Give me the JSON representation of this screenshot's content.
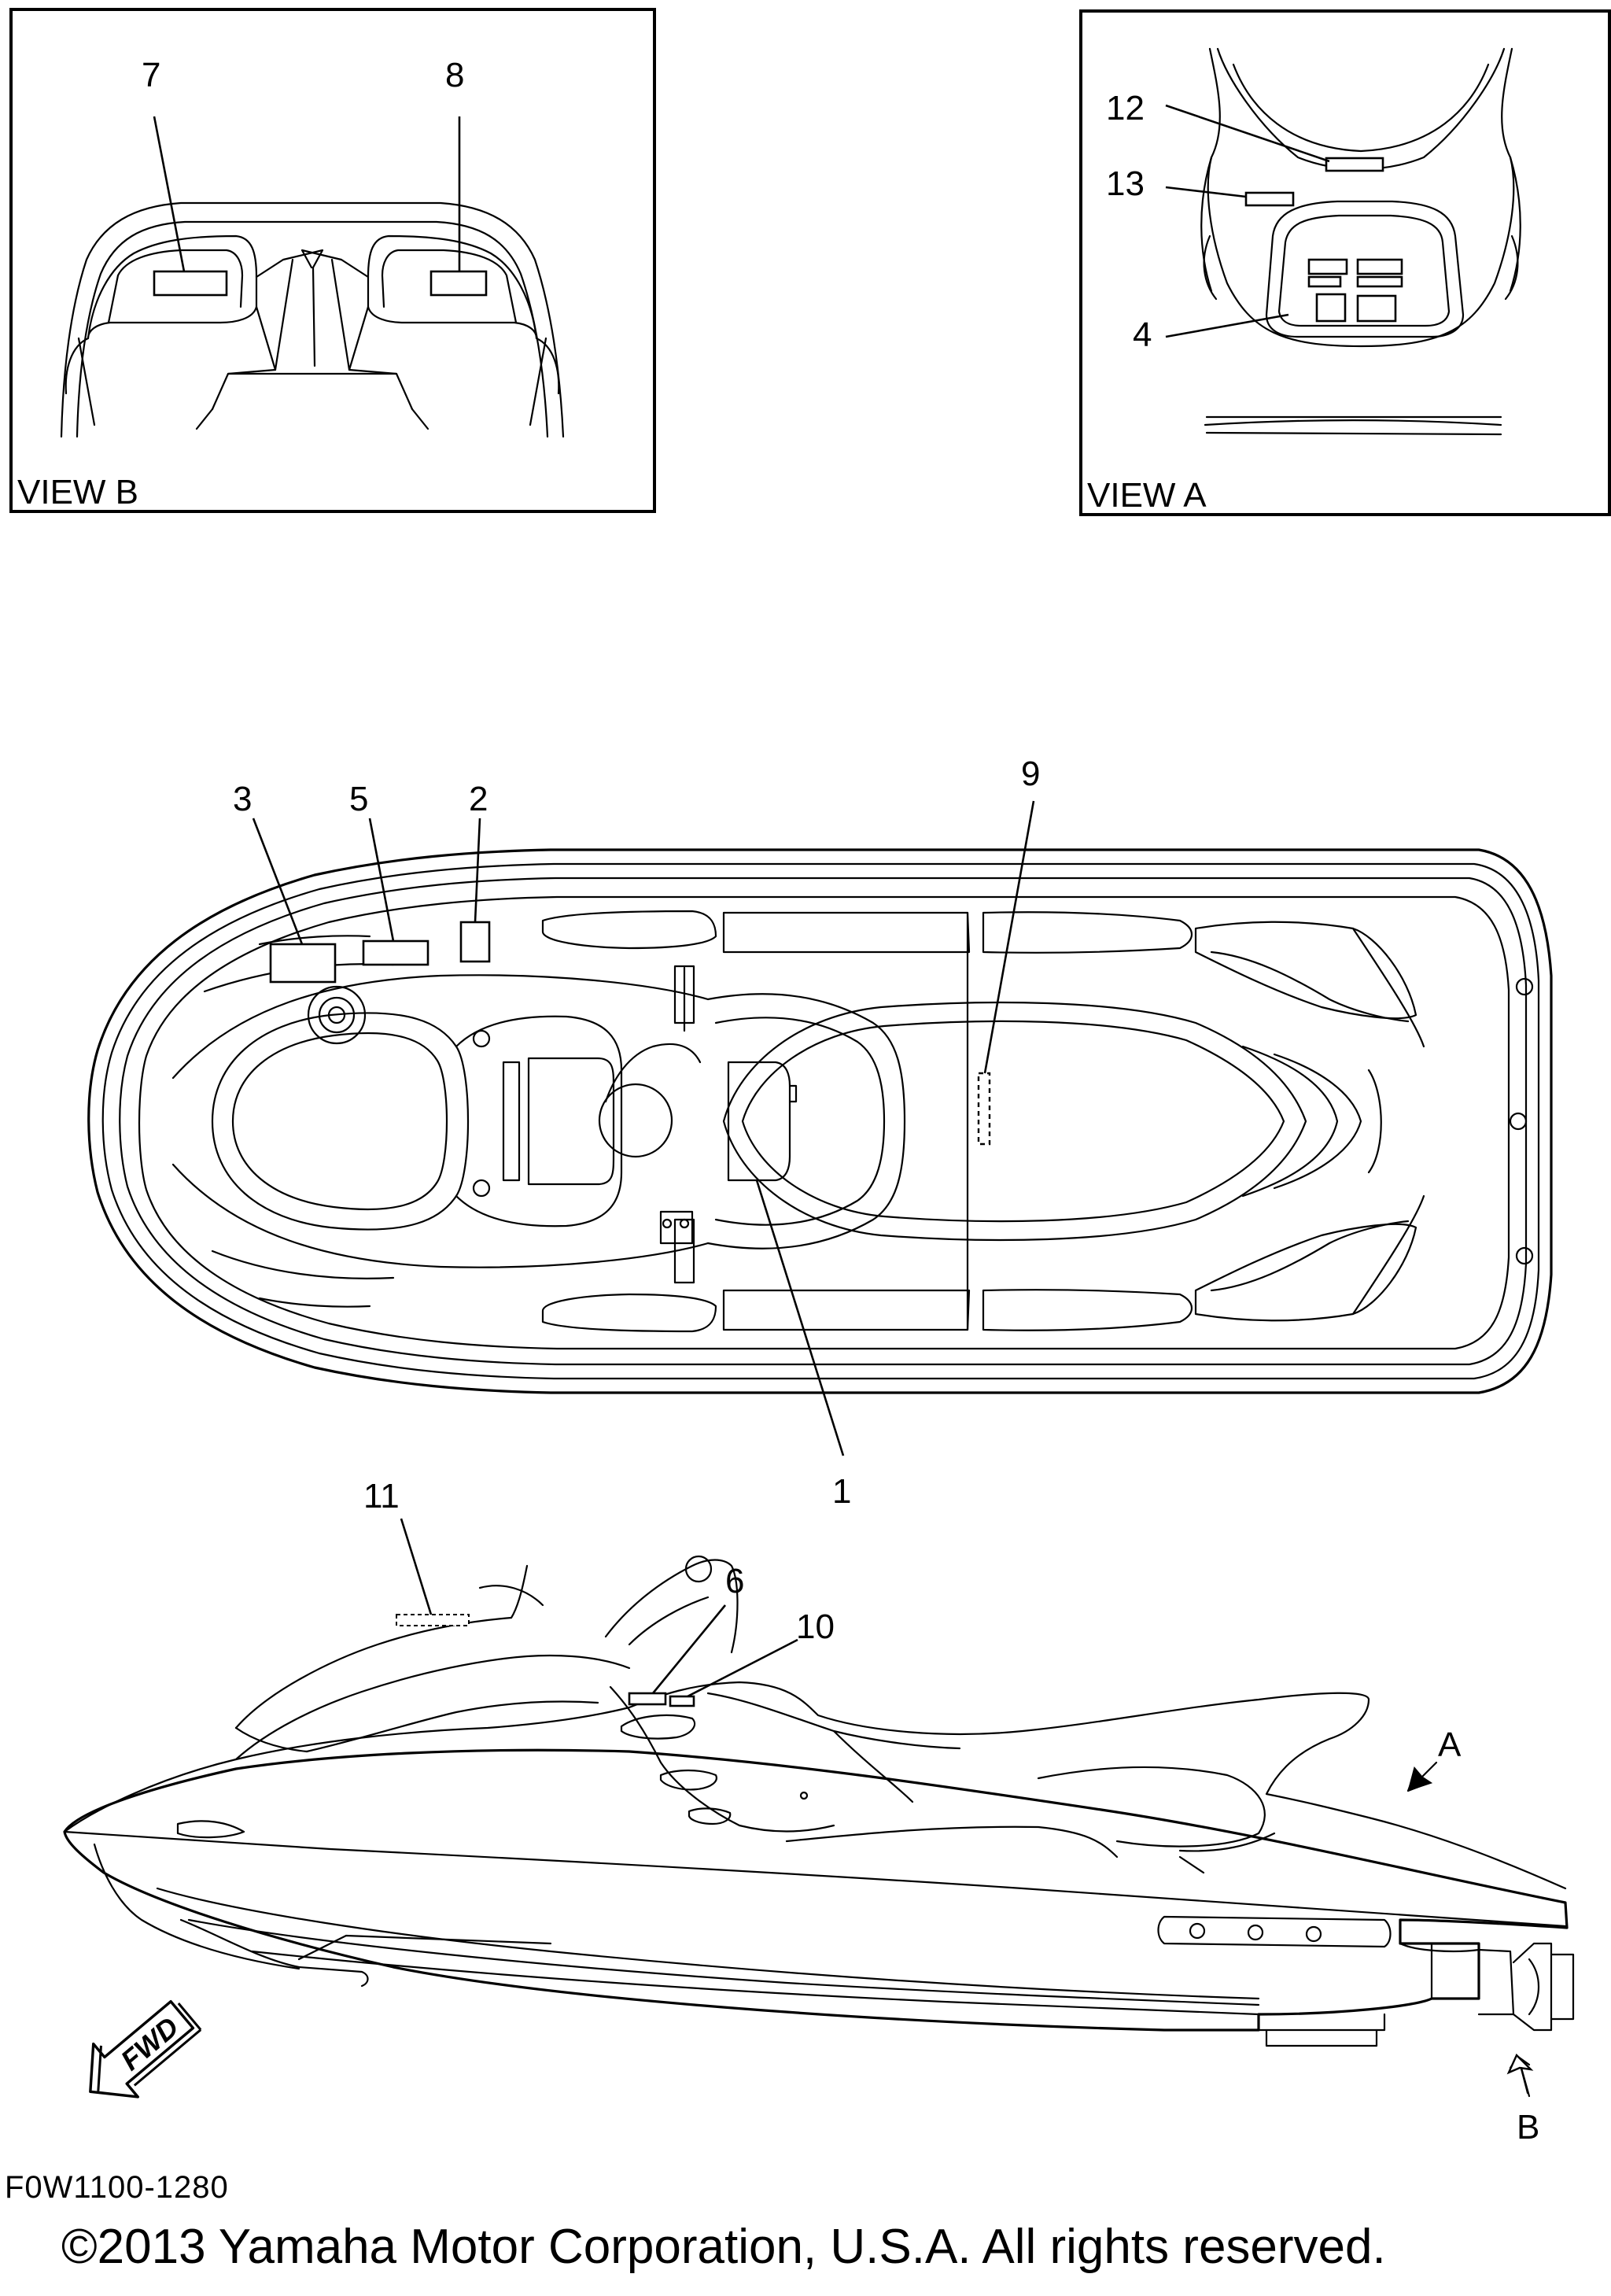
{
  "views": {
    "view_b": {
      "title": "VIEW B",
      "callouts": [
        "7",
        "8"
      ]
    },
    "view_a": {
      "title": "VIEW A",
      "callouts": [
        "12",
        "13",
        "4"
      ]
    }
  },
  "top_view": {
    "callouts": [
      "3",
      "5",
      "2",
      "9",
      "1"
    ]
  },
  "side_view": {
    "callouts": [
      "11",
      "6",
      "10"
    ],
    "arrows": {
      "a": "A",
      "b": "B"
    },
    "fwd": "FWD"
  },
  "footer": {
    "part_code": "F0W1100-1280",
    "copyright": "©2013 Yamaha Motor Corporation, U.S.A. All rights reserved."
  }
}
